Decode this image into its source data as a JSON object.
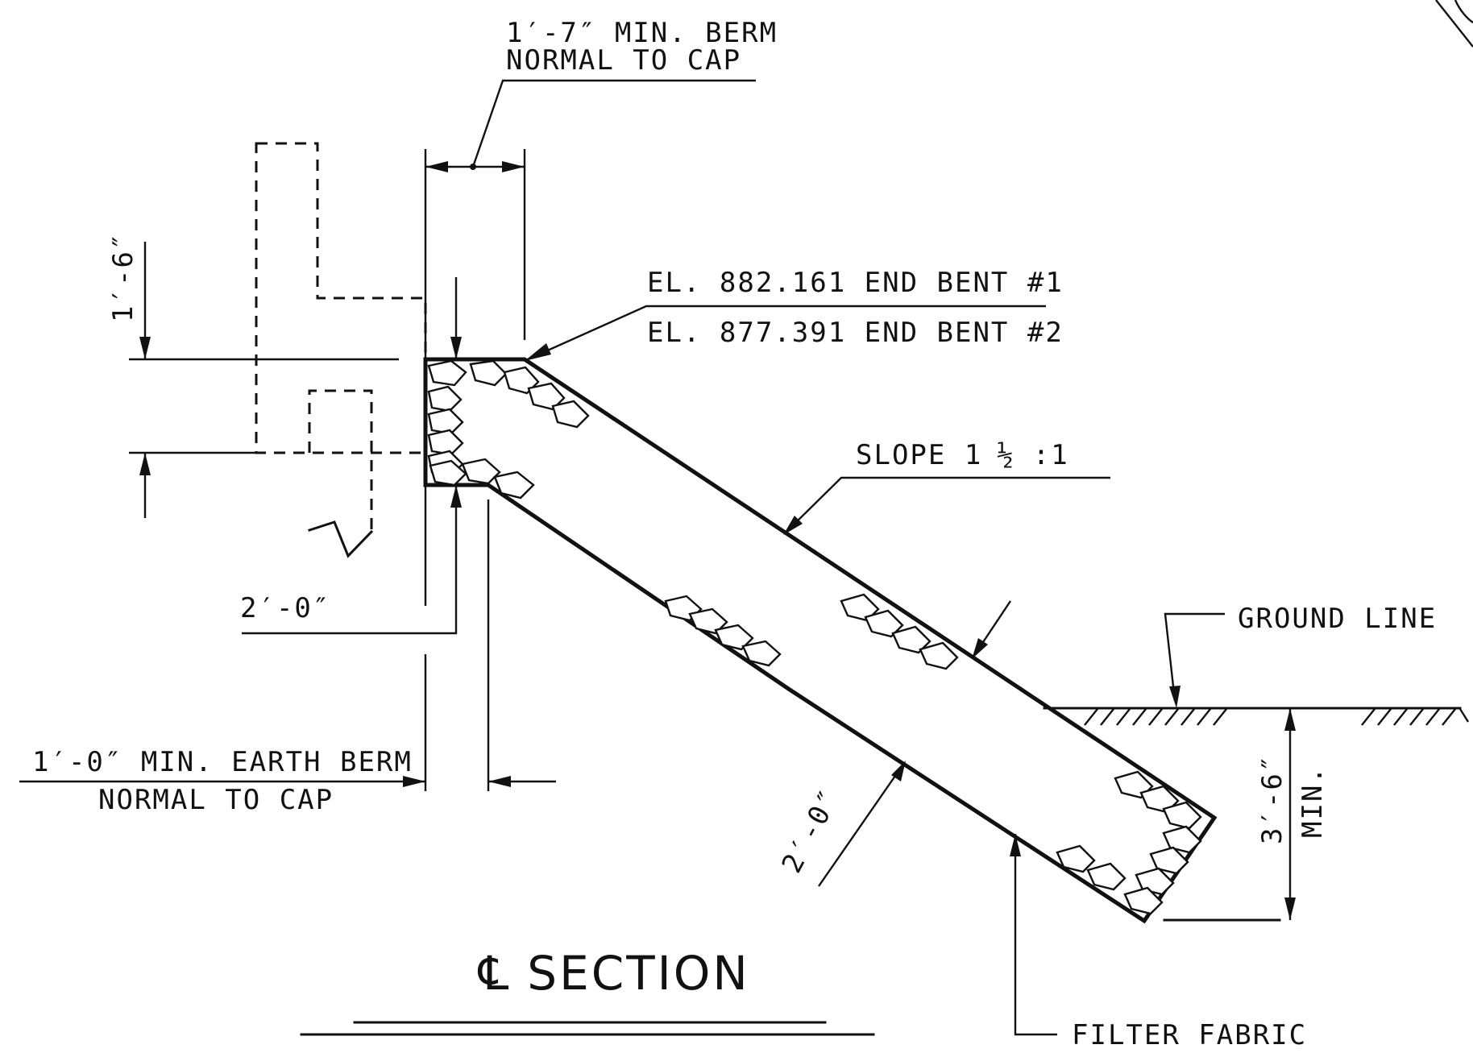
{
  "title": "SECTION",
  "title_symbol": "℄",
  "labels": {
    "berm_top_1": "1′-7″ MIN. BERM",
    "berm_top_2": "NORMAL TO CAP",
    "el_bent_1": "EL. 882.161 END BENT  #1",
    "el_bent_2": "EL. 877.391 END BENT  #2",
    "slope_a": "SLOPE 1",
    "slope_frac": "½",
    "slope_b": ":1",
    "dim_left_vertical": "1′-6″",
    "dim_two_ft_left": "2′-0″",
    "earth_berm_1": "1′-0″ MIN. EARTH BERM",
    "earth_berm_2": "NORMAL TO CAP",
    "ground_line": "GROUND LINE",
    "dim_min_depth": "3′-6″",
    "dim_min_label": "MIN.",
    "dim_two_ft_slope": "2′-0″",
    "filter_fabric": "FILTER FABRIC"
  }
}
